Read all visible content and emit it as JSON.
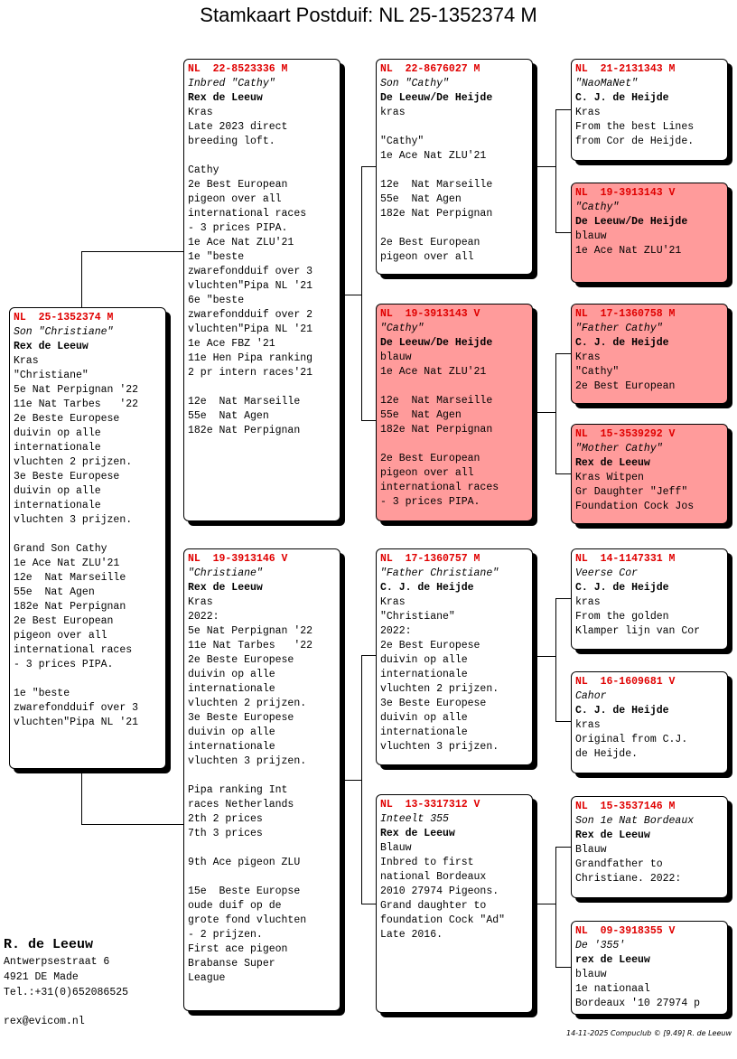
{
  "title": "Stamkaart Postduif: NL  25-1352374 M",
  "pigeons": [
    {
      "id": "subject",
      "red": false,
      "lines": [
        "NL  25-1352374 M",
        "Son \"Christiane\"",
        "Rex de Leeuw",
        "Kras",
        "\"Christiane\"",
        "5e Nat Perpignan '22",
        "11e Nat Tarbes   '22",
        "2e Beste Europese",
        "duivin op alle",
        "internationale",
        "vluchten 2 prijzen.",
        "3e Beste Europese",
        "duivin op alle",
        "internationale",
        "vluchten 3 prijzen.",
        "",
        "Grand Son Cathy",
        "1e Ace Nat ZLU'21",
        "12e  Nat Marseille",
        "55e  Nat Agen",
        "182e Nat Perpignan",
        "2e Best European",
        "pigeon over all",
        "international races",
        "- 3 prices PIPA.",
        "",
        "1e \"beste",
        "zwarefondduif over 3",
        "vluchten\"Pipa NL '21"
      ]
    },
    {
      "id": "father",
      "red": false,
      "lines": [
        "NL  22-8523336 M",
        "Inbred \"Cathy\"",
        "Rex de Leeuw",
        "Kras",
        "Late 2023 direct",
        "breeding loft.",
        "",
        "Cathy",
        "2e Best European",
        "pigeon over all",
        "international races",
        "- 3 prices PIPA.",
        "1e Ace Nat ZLU'21",
        "1e \"beste",
        "zwarefondduif over 3",
        "vluchten\"Pipa NL '21",
        "6e \"beste",
        "zwarefondduif over 2",
        "vluchten\"Pipa NL '21",
        "1e Ace FBZ '21",
        "11e Hen Pipa ranking",
        "2 pr intern races'21",
        "",
        "12e  Nat Marseille",
        "55e  Nat Agen",
        "182e Nat Perpignan"
      ]
    },
    {
      "id": "mother",
      "red": false,
      "lines": [
        "NL  19-3913146 V",
        "\"Christiane\"",
        "Rex de Leeuw",
        "Kras",
        "2022:",
        "5e Nat Perpignan '22",
        "11e Nat Tarbes   '22",
        "2e Beste Europese",
        "duivin op alle",
        "internationale",
        "vluchten 2 prijzen.",
        "3e Beste Europese",
        "duivin op alle",
        "internationale",
        "vluchten 3 prijzen.",
        "",
        "Pipa ranking Int",
        "races Netherlands",
        "2th 2 prices",
        "7th 3 prices",
        "",
        "9th Ace pigeon ZLU",
        "",
        "15e  Beste Europse",
        "oude duif op de",
        "grote fond vluchten",
        "- 2 prijzen.",
        "First ace pigeon",
        "Brabanse Super",
        "League"
      ]
    },
    {
      "id": "ff",
      "red": false,
      "lines": [
        "NL  22-8676027 M",
        "Son \"Cathy\"",
        "De Leeuw/De Heijde",
        "kras",
        "",
        "\"Cathy\"",
        "1e Ace Nat ZLU'21",
        "",
        "12e  Nat Marseille",
        "55e  Nat Agen",
        "182e Nat Perpignan",
        "",
        "2e Best European",
        "pigeon over all"
      ]
    },
    {
      "id": "fm",
      "red": true,
      "lines": [
        "NL  19-3913143 V",
        "\"Cathy\"",
        "De Leeuw/De Heijde",
        "blauw",
        "1e Ace Nat ZLU'21",
        "",
        "12e  Nat Marseille",
        "55e  Nat Agen",
        "182e Nat Perpignan",
        "",
        "2e Best European",
        "pigeon over all",
        "international races",
        "- 3 prices PIPA."
      ]
    },
    {
      "id": "mf",
      "red": false,
      "lines": [
        "NL  17-1360757 M",
        "\"Father Christiane\"",
        "C. J. de Heijde",
        "Kras",
        "\"Christiane\"",
        "2022:",
        "2e Best Europese",
        "duivin op alle",
        "internationale",
        "vluchten 2 prijzen.",
        "3e Beste Europese",
        "duivin op alle",
        "internationale",
        "vluchten 3 prijzen."
      ]
    },
    {
      "id": "mm",
      "red": false,
      "lines": [
        "NL  13-3317312 V",
        "Inteelt 355",
        "Rex de Leeuw",
        "Blauw",
        "Inbred to first",
        "national Bordeaux",
        "2010 27974 Pigeons.",
        "Grand daughter to",
        "foundation Cock \"Ad\"",
        "Late 2016."
      ]
    },
    {
      "id": "fff",
      "red": false,
      "lines": [
        "NL  21-2131343 M",
        "\"NaoMaNet\"",
        "C. J. de Heijde",
        "Kras",
        "From the best Lines",
        "from Cor de Heijde."
      ]
    },
    {
      "id": "ffm",
      "red": true,
      "lines": [
        "NL  19-3913143 V",
        "\"Cathy\"",
        "De Leeuw/De Heijde",
        "blauw",
        "1e Ace Nat ZLU'21"
      ]
    },
    {
      "id": "fmf",
      "red": true,
      "lines": [
        "NL  17-1360758 M",
        "\"Father Cathy\"",
        "C. J. de Heijde",
        "Kras",
        "\"Cathy\"",
        "2e Best European"
      ]
    },
    {
      "id": "fmm",
      "red": true,
      "lines": [
        "NL  15-3539292 V",
        "\"Mother Cathy\"",
        "Rex de Leeuw",
        "Kras Witpen",
        "Gr Daughter \"Jeff\"",
        "Foundation Cock Jos"
      ]
    },
    {
      "id": "mff",
      "red": false,
      "lines": [
        "NL  14-1147331 M",
        "Veerse Cor",
        "C. J. de Heijde",
        "kras",
        "From the golden",
        "Klamper lijn van Cor"
      ]
    },
    {
      "id": "mfm",
      "red": false,
      "lines": [
        "NL  16-1609681 V",
        "Cahor",
        "C. J. de Heijde",
        "kras",
        "Original from C.J.",
        "de Heijde."
      ]
    },
    {
      "id": "mmf",
      "red": false,
      "lines": [
        "NL  15-3537146 M",
        "Son 1e Nat Bordeaux",
        "Rex de Leeuw",
        "Blauw",
        "Grandfather to",
        "Christiane. 2022:"
      ]
    },
    {
      "id": "mmm",
      "red": false,
      "lines": [
        "NL  09-3918355 V",
        "De '355'",
        "rex de Leeuw",
        "blauw",
        "1e nationaal",
        "Bordeaux '10 27974 p"
      ]
    }
  ],
  "owner": {
    "name": "R. de Leeuw",
    "address": "Antwerpsestraat 6",
    "city": "4921 DE  Made",
    "phone": "Tel.:+31(0)652086525",
    "email": "rex@evicom.nl"
  },
  "footer": "14-11-2025    Compuclub © [9.49]  R. de Leeuw"
}
